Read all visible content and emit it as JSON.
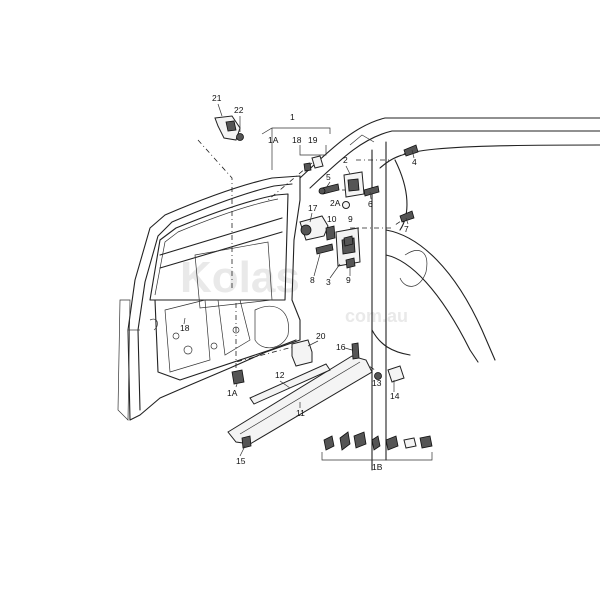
{
  "watermark": {
    "brand": "Kolas",
    "domain": "com.au"
  },
  "callouts": {
    "c1": "1",
    "c1A_top": "1A",
    "c18_top": "18",
    "c19": "19",
    "c2": "2",
    "c2A": "2A",
    "c3": "3",
    "c4": "4",
    "c5": "5",
    "c6": "6",
    "c7": "7",
    "c8": "8",
    "c9a": "9",
    "c9b": "9",
    "c10": "10",
    "c11": "11",
    "c12": "12",
    "c13": "13",
    "c14": "14",
    "c15": "15",
    "c16": "16",
    "c17": "17",
    "c18_door": "18",
    "c20": "20",
    "c21": "21",
    "c22": "22",
    "c1A_bottom": "1A",
    "c1B": "1B"
  }
}
